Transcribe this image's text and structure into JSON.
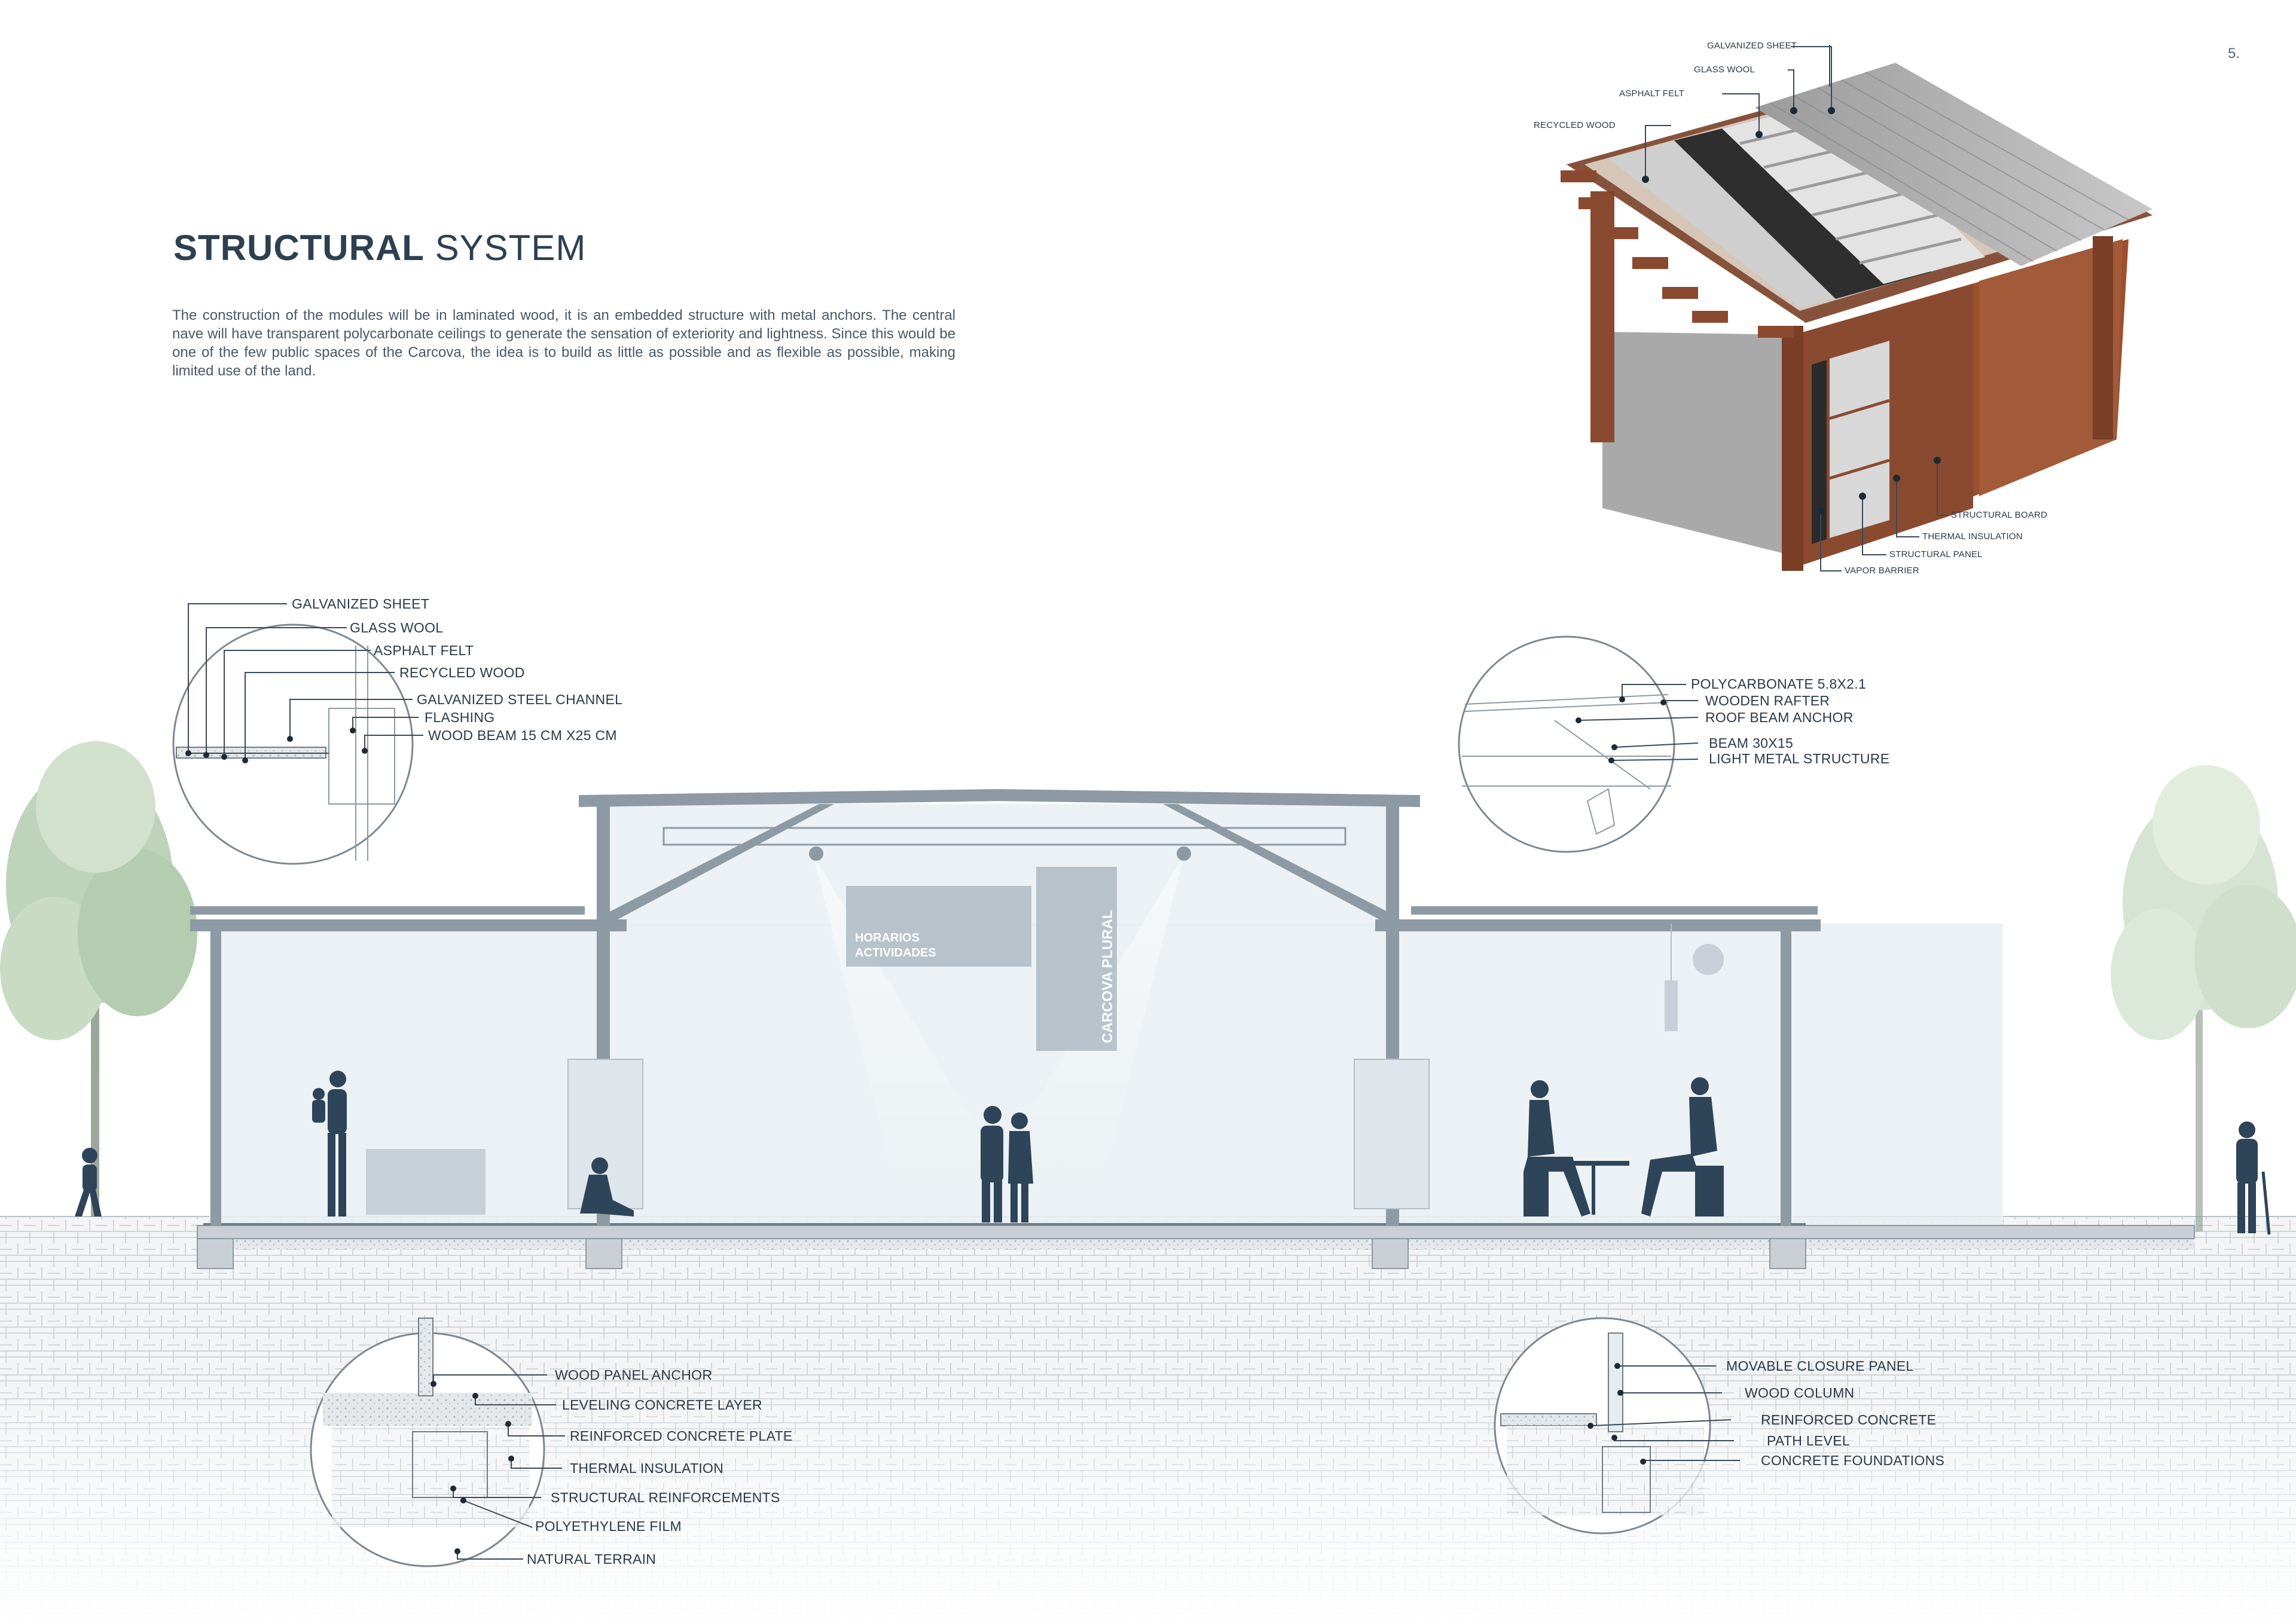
{
  "page_number": "5.",
  "title": {
    "bold": "STRUCTURAL",
    "light": "SYSTEM"
  },
  "description": "The construction of the modules will be in laminated wood, it is an embedded structure with metal anchors. The central nave will have transparent polycarbonate ceilings to generate the sensation of exteriority and lightness. Since this would be one of the few public spaces of the Carcova, the idea is to build as little as possible and as flexible as possible, making limited use of the land.",
  "axonometric": {
    "roof_labels": [
      "GALVANIZED SHEET",
      "GLASS WOOL",
      "ASPHALT FELT",
      "RECYCLED WOOD"
    ],
    "wall_labels": [
      "STRUCTURAL BOARD",
      "THERMAL INSULATION",
      "STRUCTURAL PANEL",
      "VAPOR BARRIER"
    ]
  },
  "detail_roof_left": {
    "labels": [
      "GALVANIZED SHEET",
      "GLASS WOOL",
      "ASPHALT FELT",
      "RECYCLED WOOD",
      "GALVANIZED STEEL CHANNEL",
      "FLASHING",
      "WOOD BEAM 15 CM X25 CM"
    ]
  },
  "detail_roof_right": {
    "labels": [
      "POLYCARBONATE  5.8X2.1",
      "WOODEN RAFTER",
      "ROOF BEAM ANCHOR",
      "BEAM 30X15",
      "LIGHT METAL STRUCTURE"
    ]
  },
  "detail_floor_left": {
    "labels": [
      "WOOD PANEL ANCHOR",
      "LEVELING CONCRETE LAYER",
      "REINFORCED CONCRETE PLATE",
      "THERMAL INSULATION",
      "STRUCTURAL REINFORCEMENTS",
      "POLYETHYLENE FILM",
      "NATURAL TERRAIN"
    ]
  },
  "detail_floor_right": {
    "labels": [
      "MOVABLE CLOSURE PANEL",
      "WOOD COLUMN",
      "REINFORCED CONCRETE",
      "PATH LEVEL",
      "CONCRETE FOUNDATIONS"
    ]
  },
  "section": {
    "sign_schedule": [
      "HORARIOS",
      "ACTIVIDADES"
    ],
    "sign_banner": "CARCOVA PLURAL"
  },
  "colors": {
    "structure": "#8d9aa3",
    "glass": "#e8eef2",
    "ground": "#cfd5da",
    "figure": "#2e4459",
    "wood": "#8a4a2f",
    "tree": "#9fbf9a"
  }
}
